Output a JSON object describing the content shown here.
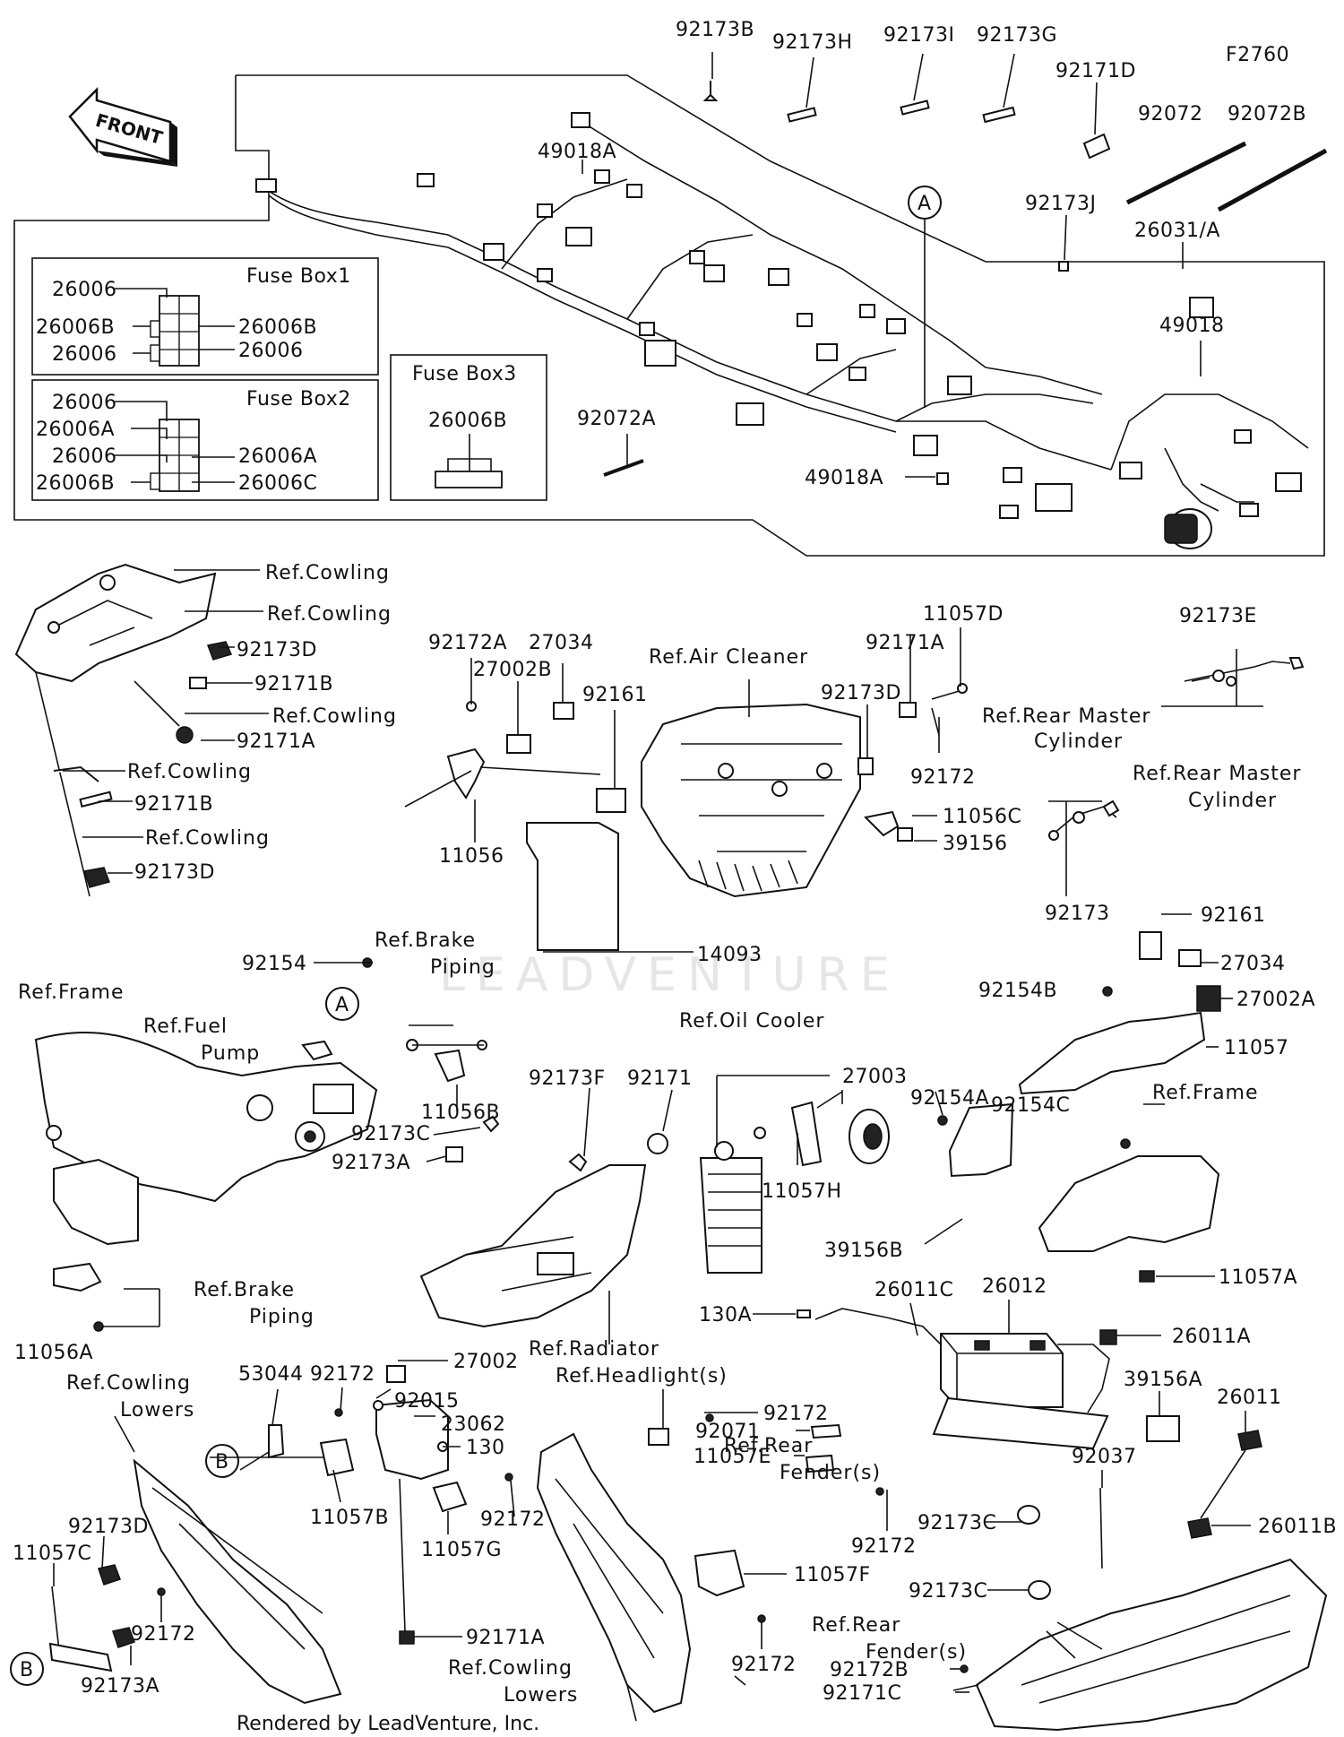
{
  "diagram_code": "F2760",
  "front_label": "FRONT",
  "watermark": "LEADVENTURE",
  "footer": "Rendered by LeadVenture, Inc.",
  "fuse_box_1": {
    "title": "Fuse Box1",
    "labels": [
      "26006",
      "26006B",
      "26006B",
      "26006",
      "26006"
    ]
  },
  "fuse_box_2": {
    "title": "Fuse Box2",
    "labels": [
      "26006",
      "26006A",
      "26006",
      "26006A",
      "26006B",
      "26006C"
    ]
  },
  "fuse_box_3": {
    "title": "Fuse Box3",
    "labels": [
      "26006B"
    ]
  },
  "callout_a": "A",
  "callout_b": "B",
  "part_labels": [
    "92173B",
    "92173H",
    "92173I",
    "92173G",
    "92171D",
    "92072",
    "92072B",
    "92173J",
    "26031/A",
    "49018A",
    "49018",
    "92072A",
    "49018A",
    "92173D",
    "92171B",
    "92171A",
    "92171B",
    "92173D",
    "92172A",
    "27034",
    "27002B",
    "92161",
    "11056",
    "11056C",
    "39156",
    "14093",
    "11057D",
    "92171A",
    "92173D",
    "92172",
    "92173E",
    "92173",
    "92161",
    "27034",
    "27002A",
    "92154B",
    "11057",
    "92154C",
    "11057A",
    "92154",
    "11056B",
    "11056A",
    "92173F",
    "92171",
    "92173C",
    "92173A",
    "27003",
    "92154A",
    "11057H",
    "39156B",
    "130A",
    "26011C",
    "26012",
    "26011A",
    "39156A",
    "26011",
    "26011B",
    "92172",
    "53044",
    "27002",
    "92015",
    "23062",
    "130",
    "11057B",
    "11057G",
    "92172",
    "92171A",
    "92173D",
    "11057C",
    "92172",
    "92173A",
    "92172",
    "92071",
    "11057E",
    "92172",
    "11057F",
    "92172",
    "92037",
    "92173C",
    "92173C",
    "92172B",
    "92171C"
  ],
  "ref_labels": [
    "Ref.Cowling",
    "Ref.Cowling",
    "Ref.Cowling",
    "Ref.Cowling",
    "Ref.Cowling",
    "Ref.Air Cleaner",
    "Ref.Rear Master",
    "Cylinder",
    "Ref.Rear Master",
    "Cylinder",
    "Ref.Brake",
    "Piping",
    "Ref.Frame",
    "Ref.Fuel",
    "Pump",
    "Ref.Oil Cooler",
    "Ref.Frame",
    "Ref.Brake",
    "Piping",
    "Ref.Radiator",
    "Ref.Headlight(s)",
    "Ref.Cowling",
    "Lowers",
    "Ref.Rear",
    "Fender(s)",
    "Ref.Rear",
    "Fender(s)",
    "Ref.Cowling",
    "Lowers"
  ]
}
